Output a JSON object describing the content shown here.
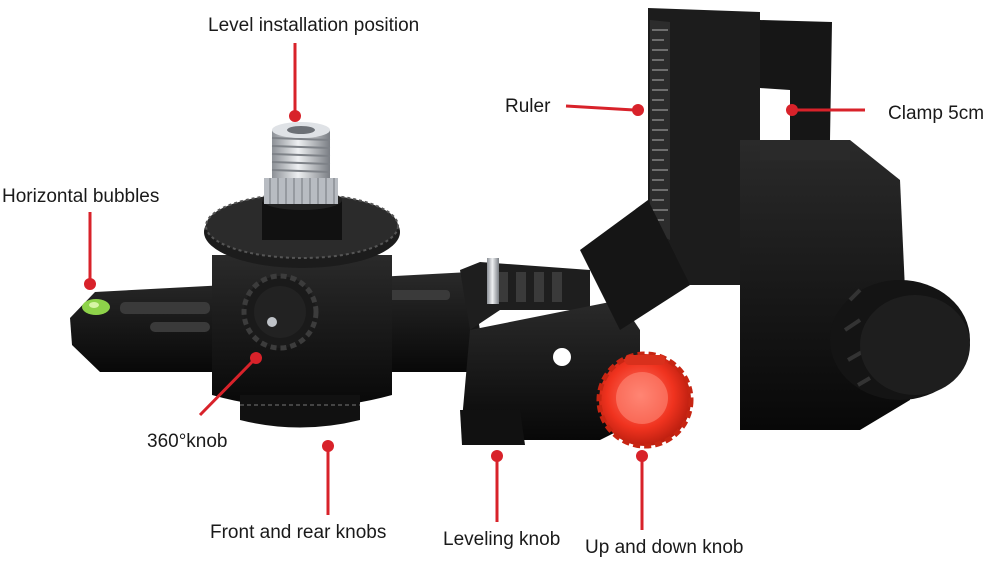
{
  "labels": {
    "level_installation_position": "Level installation position",
    "ruler": "Ruler",
    "clamp": "Clamp 5cm",
    "horizontal_bubbles": "Horizontal bubbles",
    "knob_360": "360°knob",
    "front_rear_knobs": "Front and rear knobs",
    "leveling_knob": "Leveling knob",
    "up_down_knob": "Up and down knob"
  },
  "colors": {
    "callout": "#d8222a",
    "body": "#141414",
    "metal": "#c9ccd1",
    "red_knob": "#f0331f",
    "bubble": "#8ed34a"
  }
}
